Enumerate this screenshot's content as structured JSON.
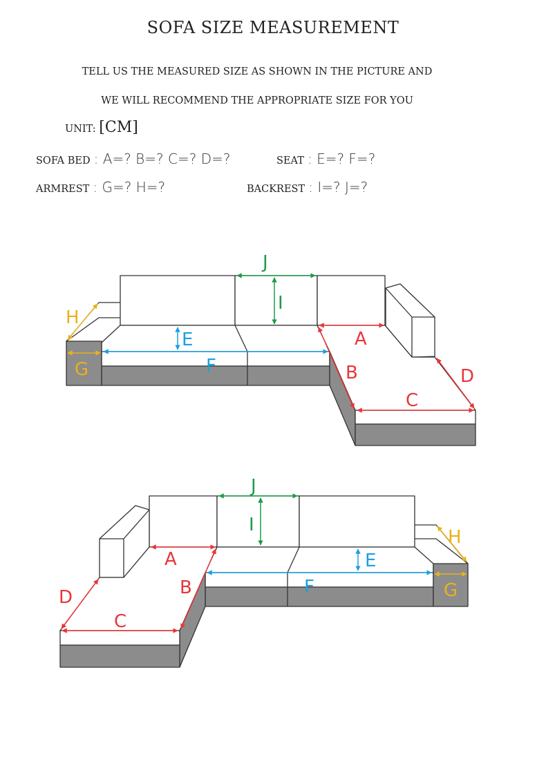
{
  "header": {
    "title": "SOFA SIZE MEASUREMENT",
    "line1": "TELL US THE MEASURED SIZE AS SHOWN IN THE PICTURE AND",
    "line2": "WE WILL RECOMMEND THE APPROPRIATE SIZE FOR YOU",
    "unit_label": "UNIT:",
    "unit_value": "[CM]"
  },
  "fields": {
    "sofa_bed_label": "SOFA BED",
    "sofa_bed_values": ":  A=?  B=?  C=?  D=?",
    "seat_label": "SEAT",
    "seat_values": ":  E=?  F=?",
    "armrest_label": "ARMREST",
    "armrest_values": ":  G=?  H=?",
    "backrest_label": "BACKREST",
    "backrest_values": ":  I=?  J=?"
  },
  "diagram_labels": {
    "A": "A",
    "B": "B",
    "C": "C",
    "D": "D",
    "E": "E",
    "F": "F",
    "G": "G",
    "H": "H",
    "I": "I",
    "J": "J"
  },
  "colors": {
    "red": "#e8363a",
    "blue": "#1aa0e0",
    "green": "#1e9a4a",
    "yellow": "#e8b21a",
    "base_gray": "#8c8c8c"
  }
}
